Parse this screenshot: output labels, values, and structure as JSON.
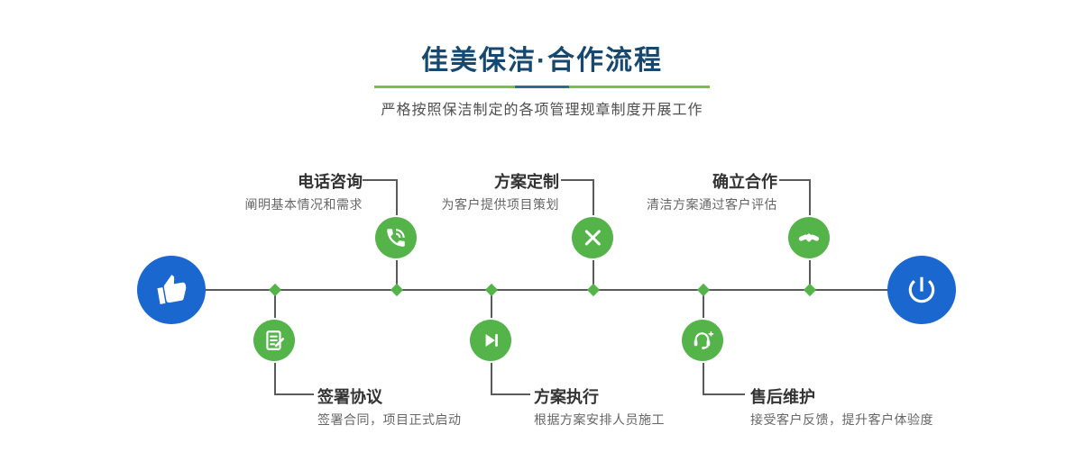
{
  "header": {
    "title": "佳美保洁·合作流程",
    "subtitle": "严格按照保洁制定的各项管理规章制度开展工作"
  },
  "flow": {
    "start": {
      "icon": "thumb-up-icon"
    },
    "end": {
      "icon": "power-icon"
    },
    "steps_top": [
      {
        "title": "电话咨询",
        "desc": "阐明基本情况和需求",
        "icon": "phone-icon"
      },
      {
        "title": "方案定制",
        "desc": "为客户提供项目策划",
        "icon": "design-tools-icon"
      },
      {
        "title": "确立合作",
        "desc": "清洁方案通过客户评估",
        "icon": "handshake-icon"
      }
    ],
    "steps_bottom": [
      {
        "title": "签署协议",
        "desc": "签署合同，项目正式启动",
        "icon": "contract-icon"
      },
      {
        "title": "方案执行",
        "desc": "根据方案安排人员施工",
        "icon": "play-icon"
      },
      {
        "title": "售后维护",
        "desc": "接受客户反馈，提升客户体验度",
        "icon": "headset-icon"
      }
    ]
  },
  "colors": {
    "accent_green": "#54b44a",
    "accent_blue": "#1a67cf",
    "title_color": "#17486f",
    "line_color": "#5a5a5a"
  }
}
